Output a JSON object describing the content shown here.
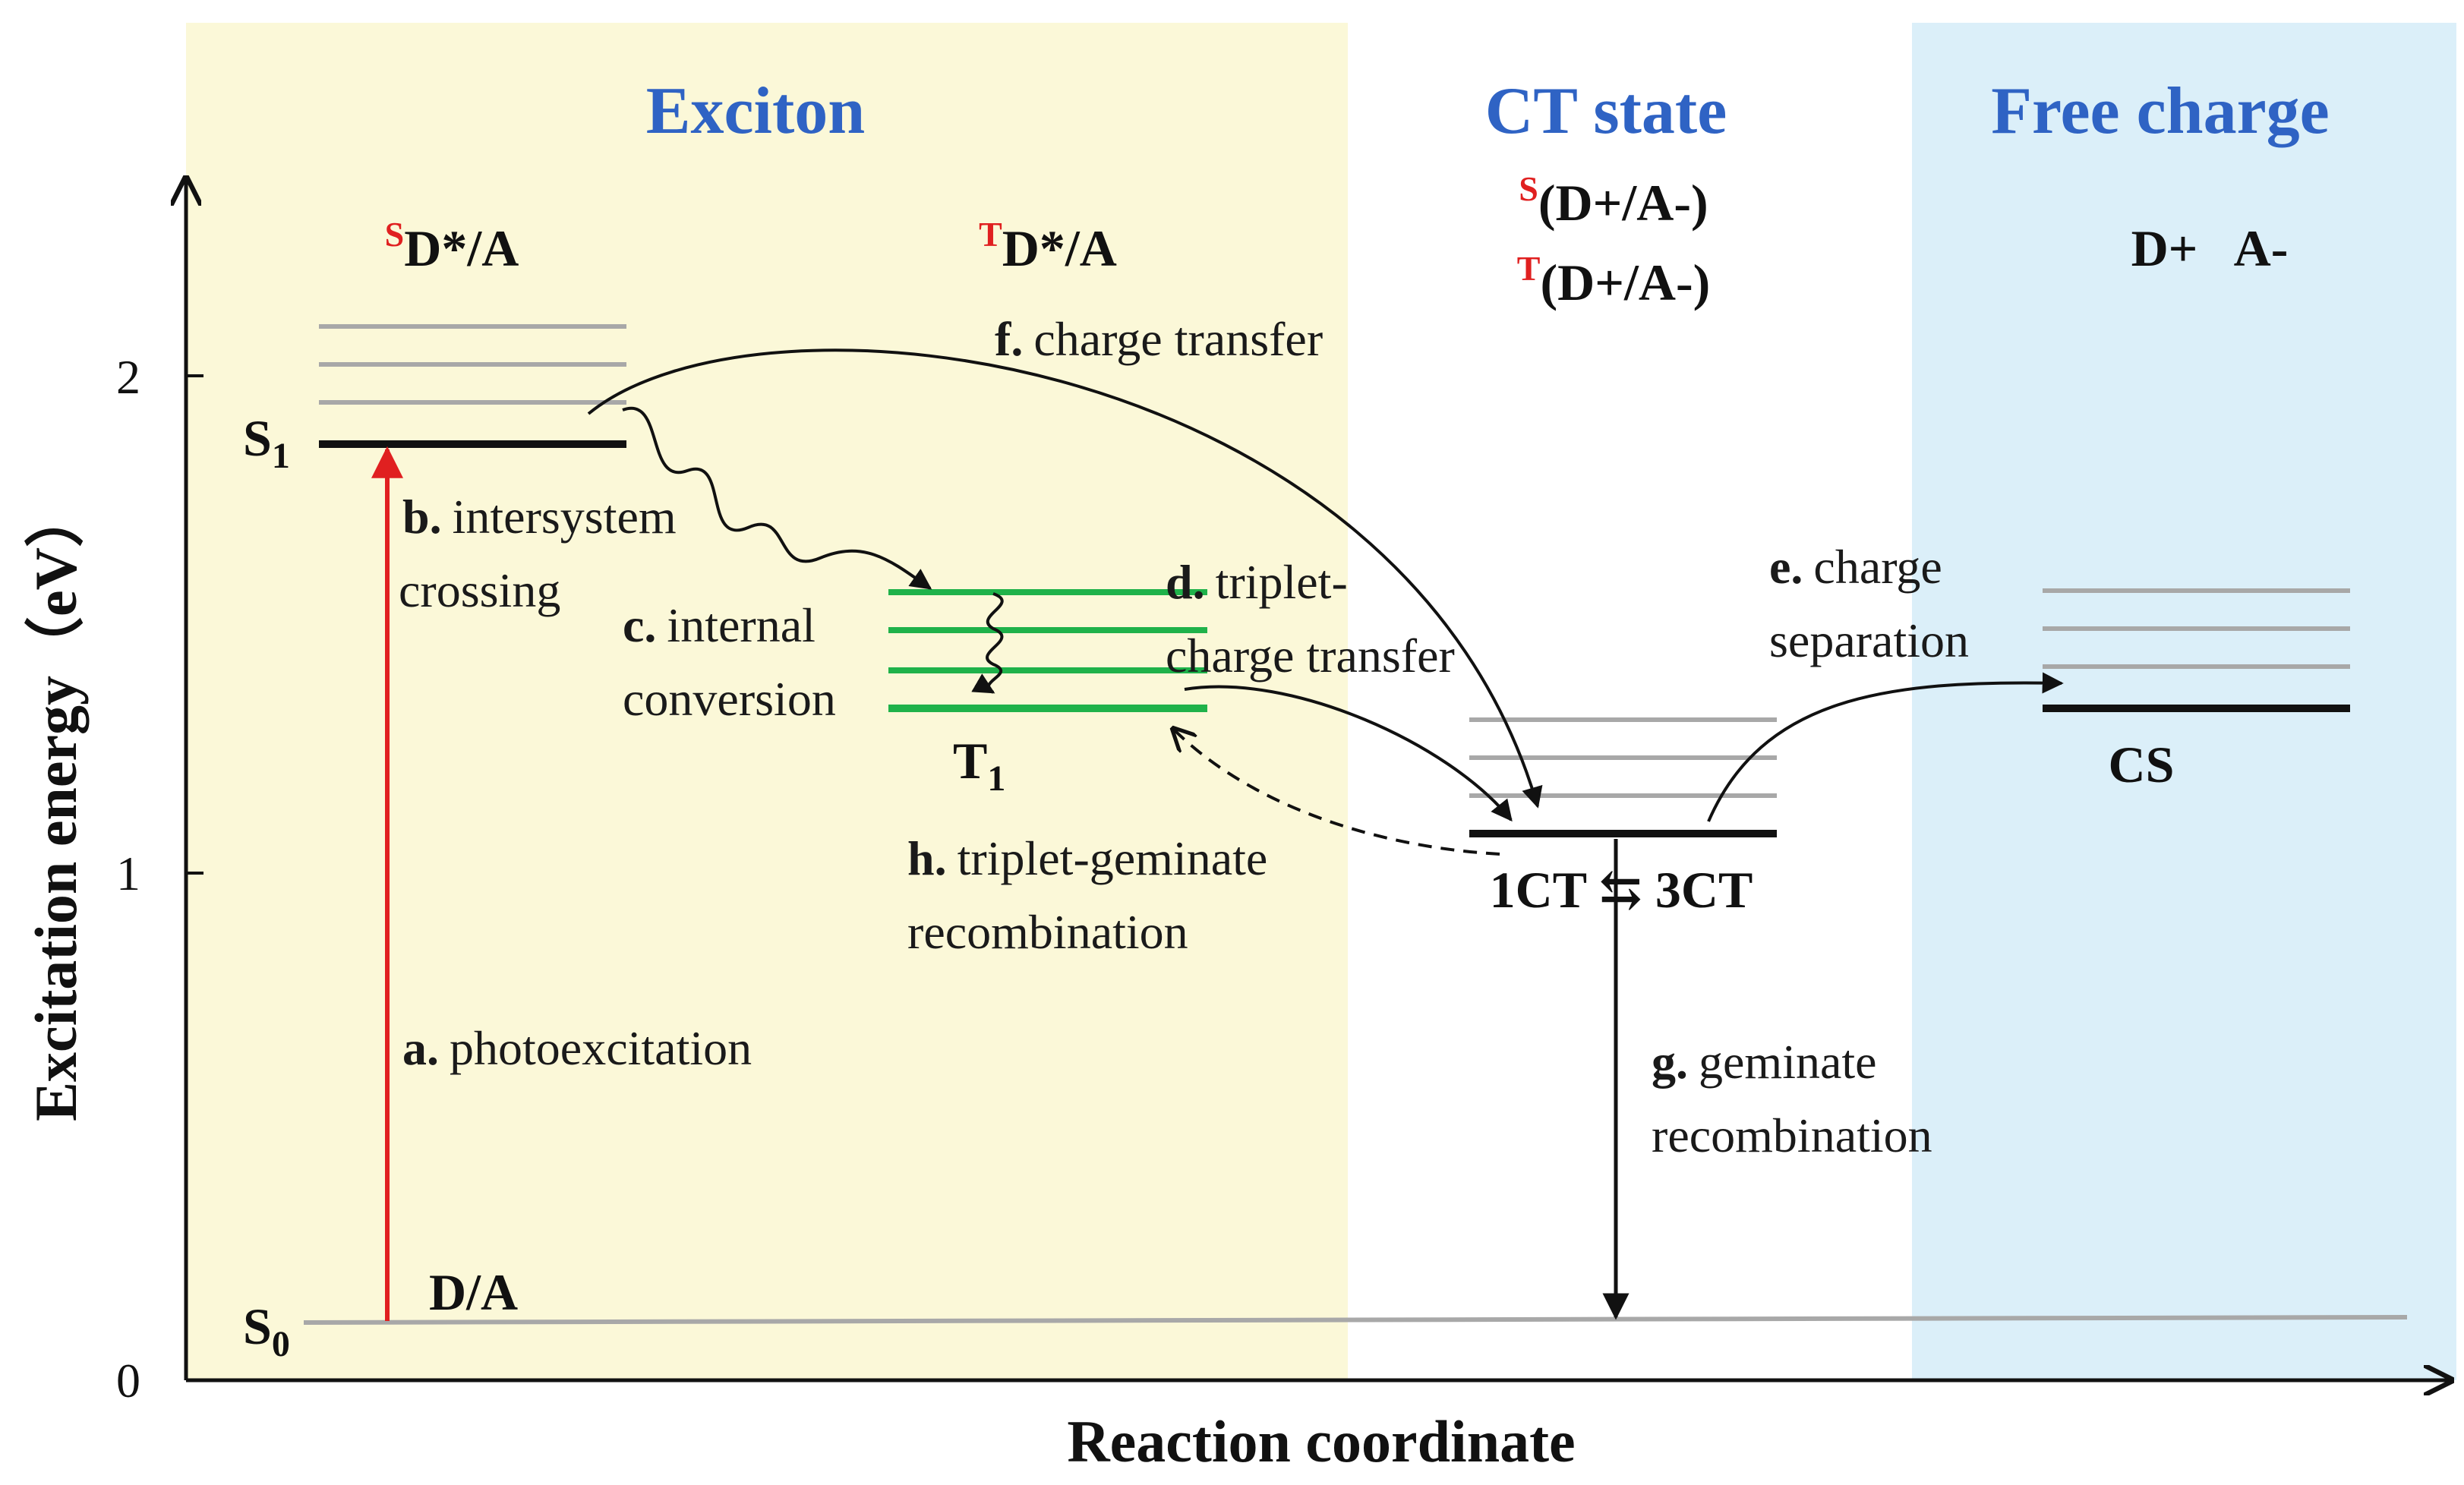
{
  "colors": {
    "exciton_bg": "#fbf8d8",
    "free_charge_bg": "#dbeff9",
    "title_blue": "#2f63c4",
    "triplet_green": "#1fb24a",
    "photoexcitation_red": "#e02020",
    "vib_gray": "#a8a8a8"
  },
  "regions": {
    "exciton": "Exciton",
    "ct_state": "CT state",
    "free_charge": "Free charge"
  },
  "states": {
    "singlet_exciton": {
      "sup": "S",
      "main": "D*/A"
    },
    "triplet_exciton": {
      "sup": "T",
      "main": "D*/A"
    },
    "ct_singlet": {
      "sup": "S",
      "main": "(D+/A-)"
    },
    "ct_triplet": {
      "sup": "T",
      "main": "(D+/A-)"
    },
    "free_charges": "D+   A-",
    "s1": "S1",
    "s0": "S0",
    "t1": "T1",
    "ground": "D/A",
    "cs": "CS",
    "ct_equilibrium": "1CT ⇆ 3CT"
  },
  "processes": {
    "a": {
      "letter": "a.",
      "text": "photoexcitation"
    },
    "b": {
      "letter": "b.",
      "line1": "intersystem",
      "line2": "crossing"
    },
    "c": {
      "letter": "c.",
      "line1": "internal",
      "line2": "conversion"
    },
    "d": {
      "letter": "d.",
      "line1": "triplet-",
      "line2": "charge transfer"
    },
    "e": {
      "letter": "e.",
      "line1": "charge",
      "line2": "separation"
    },
    "f": {
      "letter": "f.",
      "text": "charge transfer"
    },
    "g": {
      "letter": "g.",
      "line1": "geminate",
      "line2": "recombination"
    },
    "h": {
      "letter": "h.",
      "line1": "triplet-geminate",
      "line2": "recombination"
    }
  },
  "axes": {
    "y_title": "Excitation energy（eV）",
    "x_title": "Reaction coordinate",
    "y_ticks": [
      "0",
      "1",
      "2"
    ]
  }
}
